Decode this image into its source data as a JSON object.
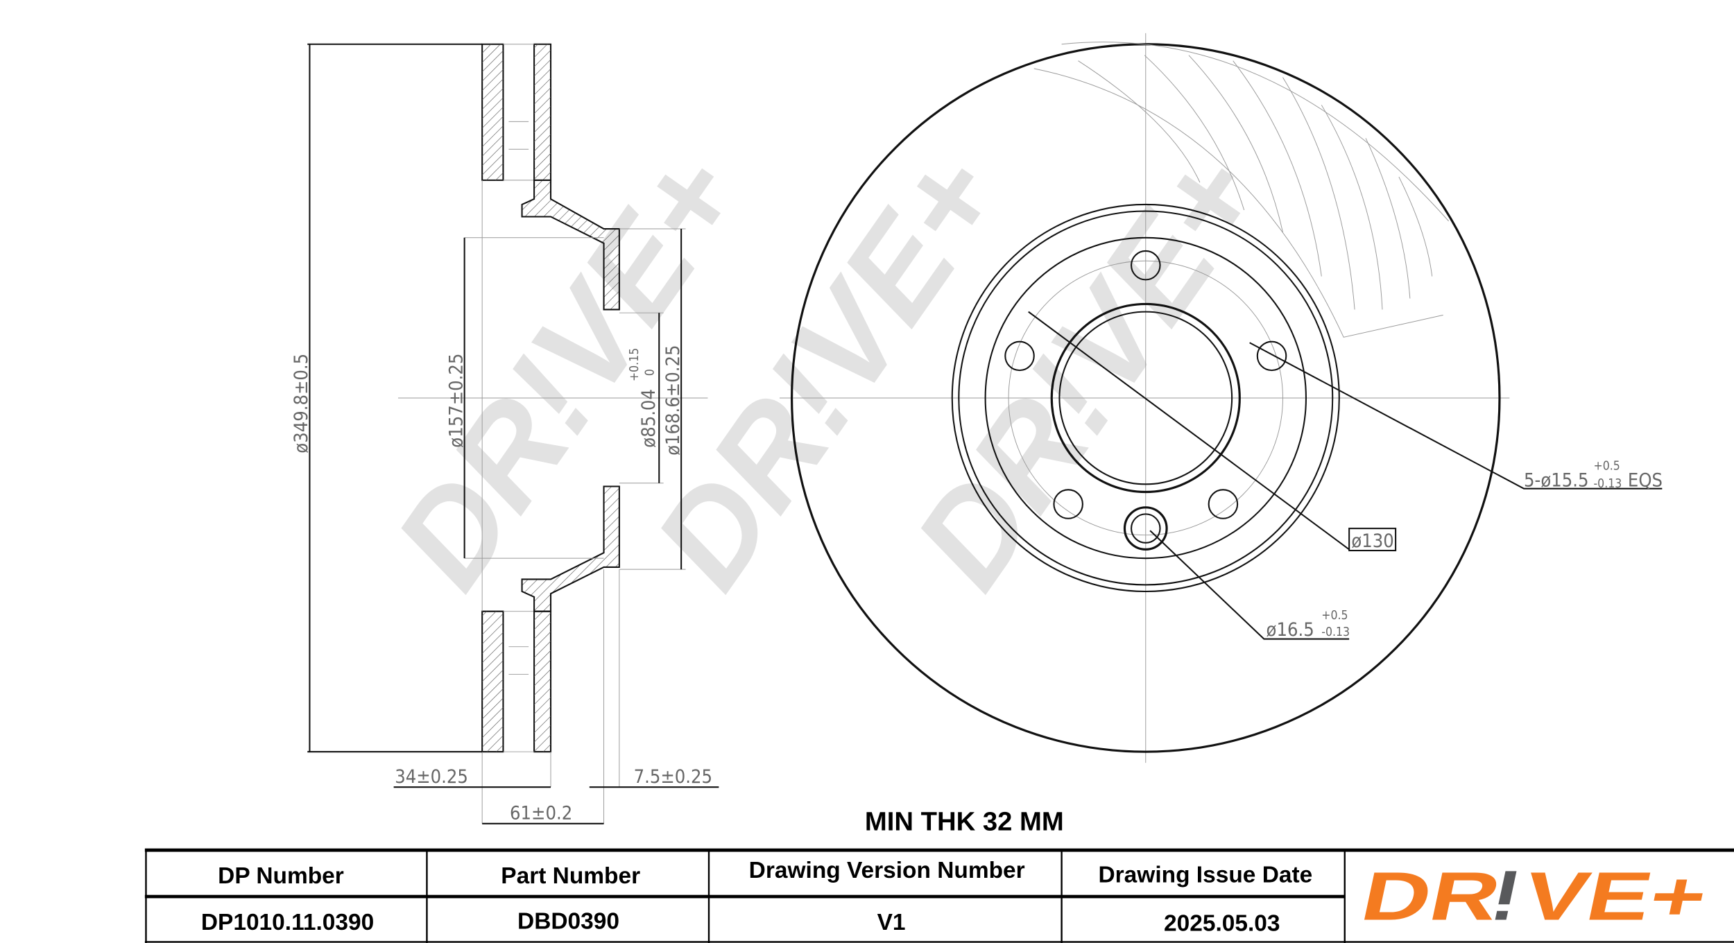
{
  "drawing": {
    "side_view_dims": {
      "outer_diameter": "ø349.8±0.5",
      "inner_157": "ø157±0.25",
      "center_bore": "ø85.04",
      "center_bore_tol_upper": "+0.15",
      "center_bore_tol_lower": "0",
      "hat_diameter": "ø168.6±0.25",
      "disc_thickness": "34±0.25",
      "total_height": "61±0.2",
      "hat_thickness": "7.5±0.25"
    },
    "front_view_dims": {
      "bolt_holes": "5-ø15.5",
      "bolt_holes_tol_upper": "+0.5",
      "bolt_holes_tol_lower": "-0.13",
      "bolt_holes_suffix": "EQS",
      "pcd": "ø130",
      "locator_hole": "ø16.5",
      "locator_tol_upper": "+0.5",
      "locator_tol_lower": "-0.13"
    },
    "min_thickness": "MIN THK 32 MM",
    "watermark": "DR!VE+"
  },
  "title_block": {
    "headers": [
      "DP Number",
      "Part Number",
      "Drawing Version Number",
      "Drawing Issue Date"
    ],
    "values": [
      "DP1010.11.0390",
      "DBD0390",
      "V1",
      "2025.05.03"
    ],
    "logo": "DR!VE+",
    "colors": {
      "logo_orange": "#f47b20",
      "logo_grey": "#58595b"
    }
  }
}
